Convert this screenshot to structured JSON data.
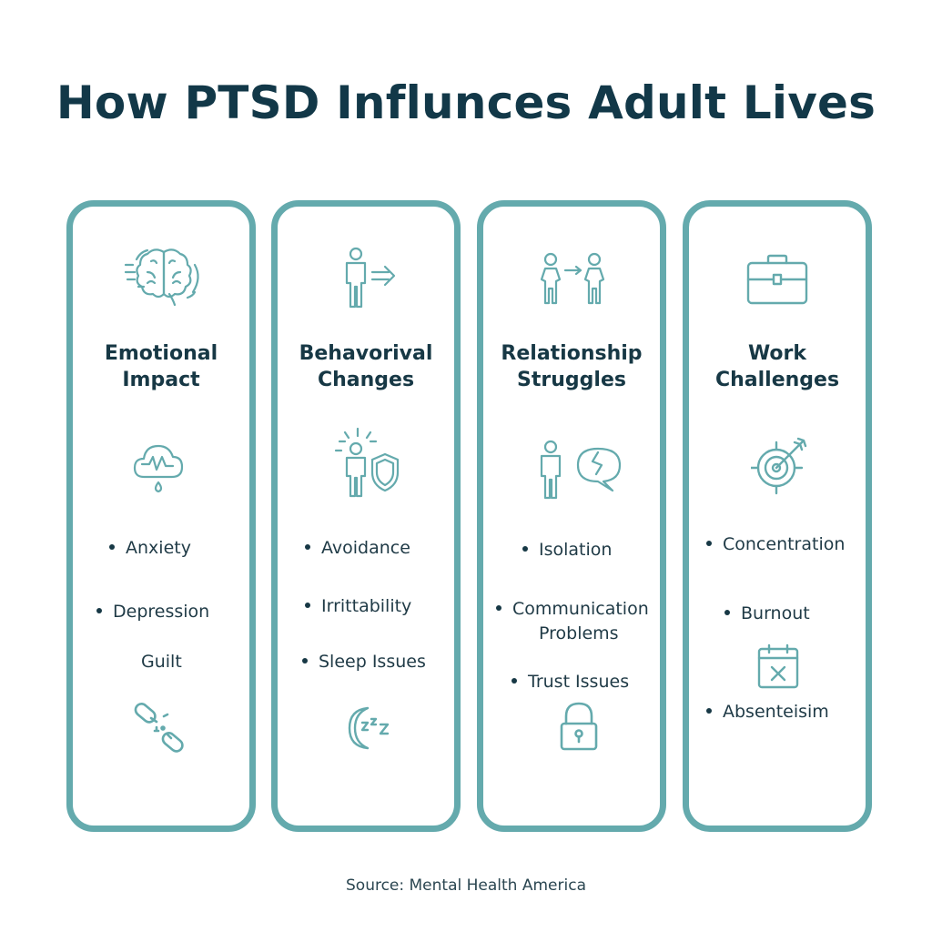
{
  "title": "How PTSD Influnces Adult Lives",
  "accent_color": "#64aaad",
  "text_color": "#143645",
  "cards": [
    {
      "heading_line1": "Emotional",
      "heading_line2": "Impact",
      "top_icon": "brain-icon",
      "mid_icon": "cloud-heartbeat-icon",
      "items": [
        "Anxiety",
        "Depression",
        "Guilt"
      ],
      "bottom_icon": "broken-chain-icon"
    },
    {
      "heading_line1": "Behavorival",
      "heading_line2": "Changes",
      "top_icon": "person-arrow-icon",
      "mid_icon": "person-shield-icon",
      "items": [
        "Avoidance",
        "Irrittability",
        "Sleep Issues"
      ],
      "bottom_icon": "moon-zzz-icon"
    },
    {
      "heading_line1": "Relationship",
      "heading_line2": "Struggles",
      "top_icon": "two-people-icon",
      "mid_icon": "person-broken-speech-icon",
      "items": [
        "Isolation",
        "Communication",
        "Problems",
        "Trust Issues"
      ],
      "bottom_icon": "padlock-icon"
    },
    {
      "heading_line1": "Work",
      "heading_line2": "Challenges",
      "top_icon": "briefcase-icon",
      "mid_icon": "target-arrow-icon",
      "items": [
        "Concentration",
        "Burnout",
        "Absenteisim"
      ],
      "inline_icon": "calendar-x-icon"
    }
  ],
  "source": "Source: Mental Health America"
}
